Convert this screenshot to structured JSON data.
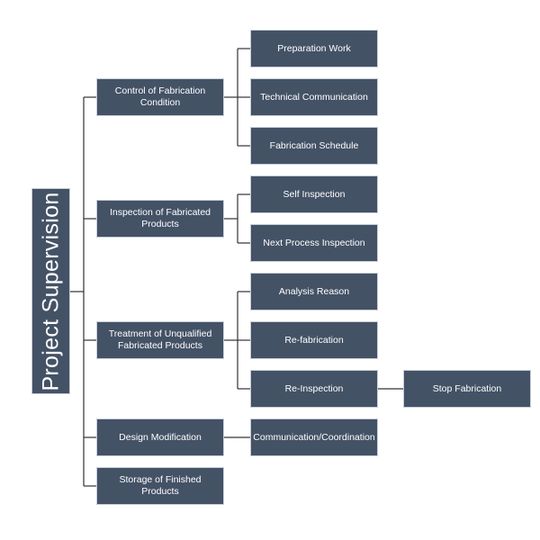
{
  "diagram": {
    "root": {
      "label": "Project Supervision"
    },
    "branches": {
      "control": {
        "label": "Control of Fabrication Condition",
        "children": {
          "prep": "Preparation Work",
          "tech": "Technical Communication",
          "sched": "Fabrication Schedule"
        }
      },
      "inspection": {
        "label": "Inspection of Fabricated Products",
        "children": {
          "self": "Self Inspection",
          "next": "Next Process Inspection"
        }
      },
      "treatment": {
        "label": "Treatment of Unqualified Fabricated Products",
        "children": {
          "analysis": "Analysis Reason",
          "refab": "Re-fabrication",
          "reinspection": {
            "label": "Re-Inspection",
            "next": "Stop Fabrication"
          }
        }
      },
      "design": {
        "label": "Design Modification",
        "children": {
          "comm": "Communication/Coordination"
        }
      },
      "storage": {
        "label": "Storage of Finished Products"
      }
    },
    "colors": {
      "node_fill": "#445266",
      "node_border": "#c8ced8",
      "node_text": "#ffffff",
      "connector": "#333333",
      "background": "#ffffff"
    }
  }
}
